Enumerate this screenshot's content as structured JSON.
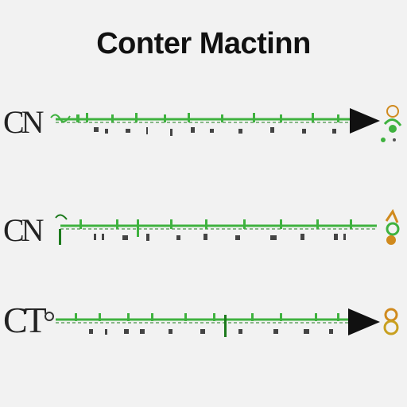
{
  "title": "Conter Mactinn",
  "rows": [
    {
      "label": "CN"
    },
    {
      "label": "CN"
    },
    {
      "label": "CT"
    }
  ],
  "colors": {
    "green": "#3fb23f",
    "dark_green": "#1d7a1d",
    "arrow": "#111111",
    "ink": "#333333",
    "accent_orange": "#d08a1e"
  }
}
